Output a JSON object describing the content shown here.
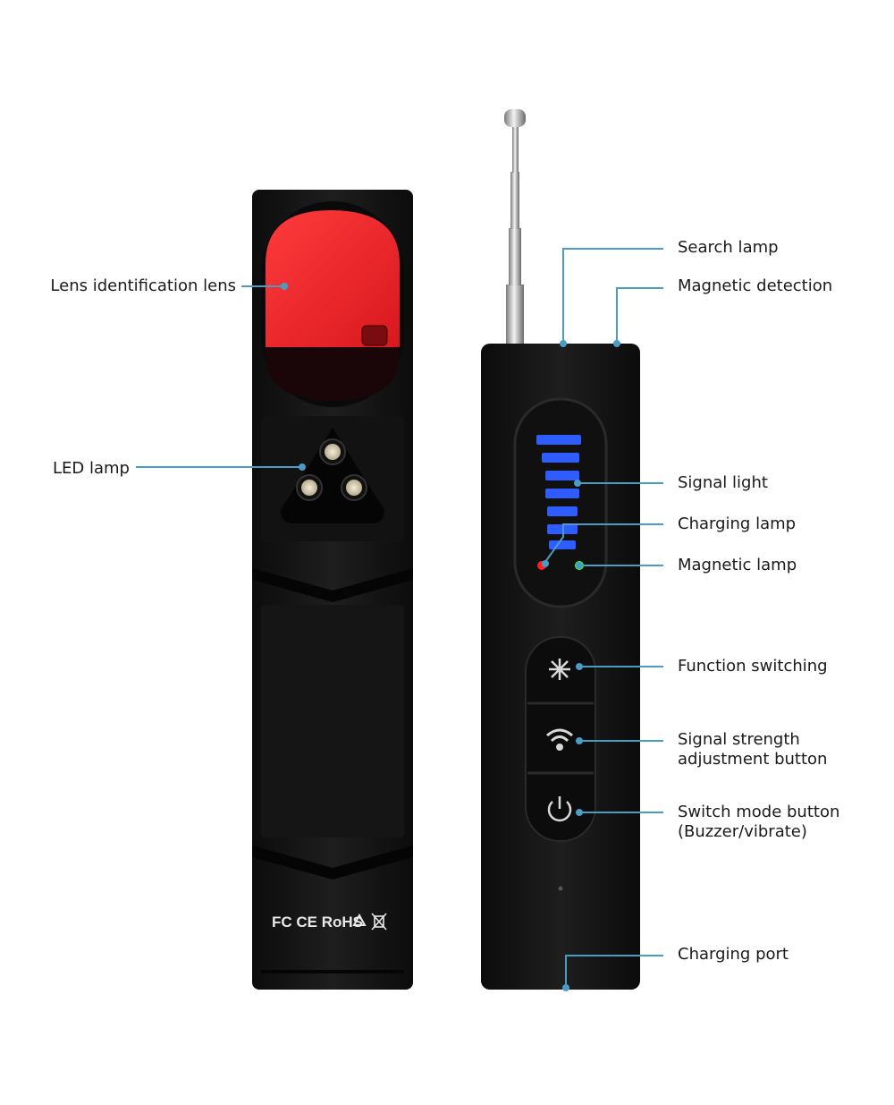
{
  "labels": {
    "lens_identification": "Lens identification lens",
    "led_lamp": "LED lamp",
    "search_lamp": "Search lamp",
    "magnetic_detection": "Magnetic detection",
    "signal_light": "Signal light",
    "charging_lamp": "Charging lamp",
    "magnetic_lamp": "Magnetic lamp",
    "function_switching": "Function switching",
    "signal_strength_line1": "Signal strength",
    "signal_strength_line2": "adjustment button",
    "switch_mode_line1": "Switch mode button",
    "switch_mode_line2": "(Buzzer/vibrate)",
    "charging_port": "Charging port"
  },
  "certification_marks": "FC CE RoHS",
  "colors": {
    "callout_line": "#4a9cc4",
    "device_body": "#141414",
    "lens_red": "#e8232a",
    "signal_blue": "#2f5cff",
    "charging_red": "#ff2020",
    "magnetic_green": "#33ff33"
  },
  "icons": {
    "function_button": "sun-spark-icon",
    "signal_button": "wifi-icon",
    "power_button": "power-icon",
    "recycle": "recycle-icon",
    "weee": "crossed-bin-icon"
  }
}
